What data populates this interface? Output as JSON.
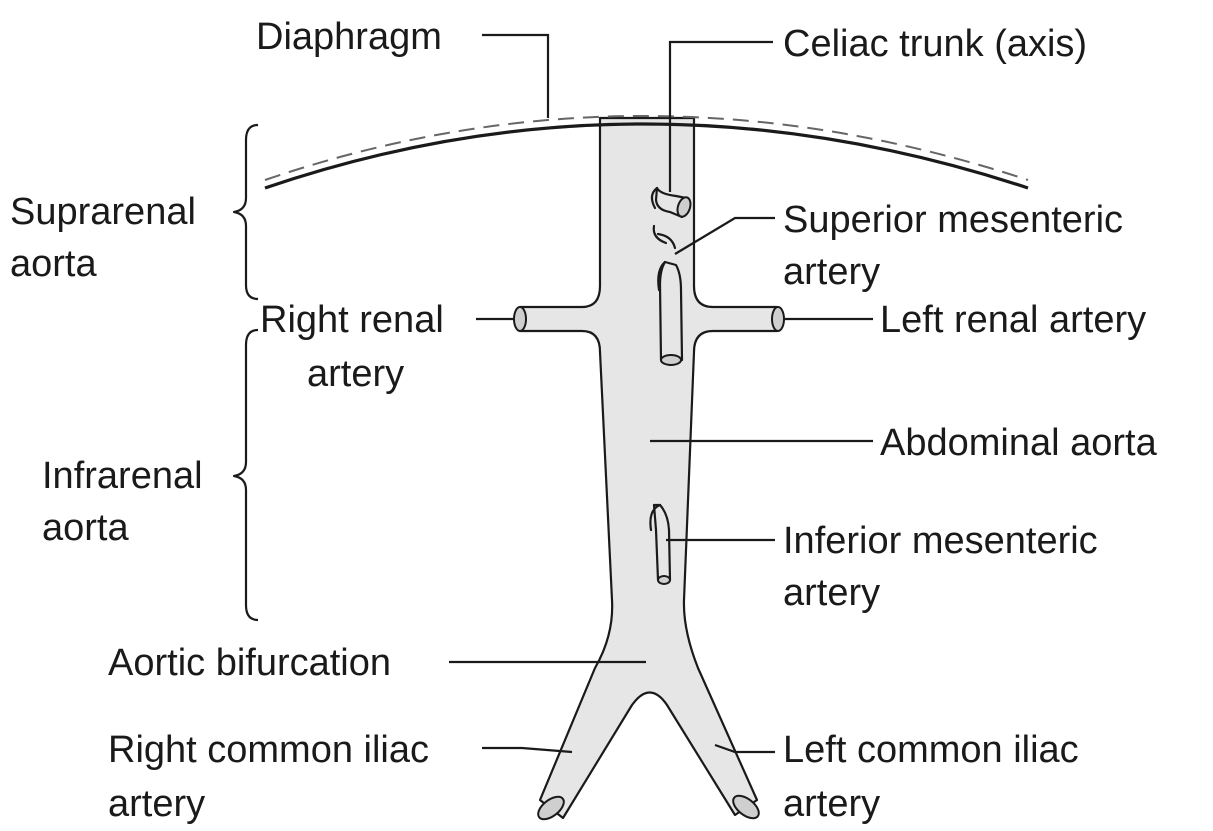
{
  "labels": {
    "diaphragm": "Diaphragm",
    "celiac": "Celiac trunk (axis)",
    "suprarenal_1": "Suprarenal",
    "suprarenal_2": "aorta",
    "sma_1": "Superior mesenteric",
    "sma_2": "artery",
    "right_renal_1": "Right renal",
    "right_renal_2": "artery",
    "left_renal": "Left renal artery",
    "abdominal_aorta": "Abdominal aorta",
    "infrarenal_1": "Infrarenal",
    "infrarenal_2": "aorta",
    "ima_1": "Inferior mesenteric",
    "ima_2": "artery",
    "bifurcation": "Aortic bifurcation",
    "right_iliac_1": "Right common iliac",
    "right_iliac_2": "artery",
    "left_iliac_1": "Left common iliac",
    "left_iliac_2": "artery"
  }
}
